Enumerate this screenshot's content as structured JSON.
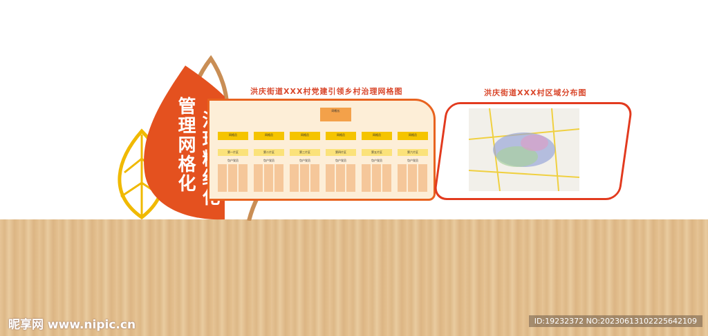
{
  "left_slogans": {
    "line1": "管理网格化",
    "line2": "治理精细化"
  },
  "org_chart": {
    "title": "洪庆街道XXX村党建引领乡村治理网格图",
    "head_label": "网格长",
    "grid_label": "网格员",
    "districts": [
      "第一片区",
      "第二片区",
      "第三片区",
      "第四片区",
      "第五片区",
      "第六片区"
    ],
    "household_label": "包户党员"
  },
  "map_panel": {
    "title": "洪庆街道XXX村区域分布图"
  },
  "watermark": {
    "logo": "昵享网 www.nipic.cn",
    "id": "ID:19232372 NO:20230613102225642109"
  },
  "colors": {
    "orange": "#e8631f",
    "red": "#d9472b",
    "yellow": "#f5c400",
    "wood": "#e2c090"
  }
}
